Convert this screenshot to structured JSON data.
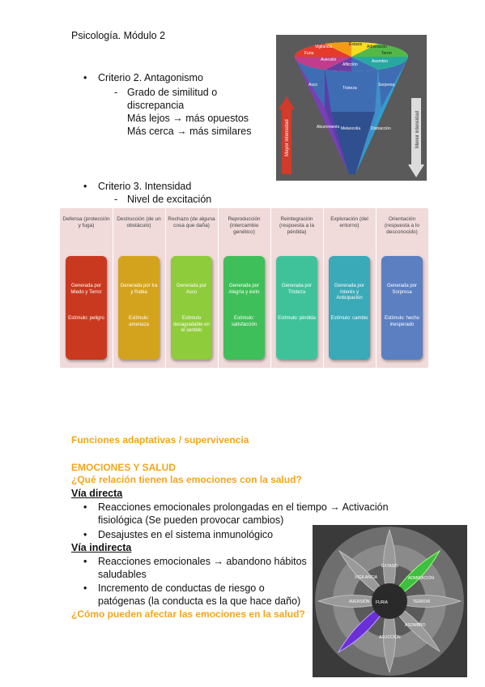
{
  "header": "Psicología. Módulo 2",
  "criterio2": {
    "title": "Criterio 2. Antagonismo",
    "sub": "Grado de similitud o",
    "sub2": "discrepancia",
    "line1": "Más lejos → más opuestos",
    "line2": "Más cerca → más similares"
  },
  "criterio3": {
    "title": "Criterio 3. Intensidad",
    "sub": "Nivel de excitación"
  },
  "cone": {
    "colors": {
      "red": "#e53b2c",
      "orange": "#f39c12",
      "yellow": "#f7dc1f",
      "green": "#54b848",
      "teal": "#27a99f",
      "blue": "#3f6db3",
      "purple": "#6a3ea1",
      "magenta": "#c13c8a"
    },
    "top_labels": [
      "Éxtasis",
      "Admiración",
      "Terror",
      "Asombro",
      "Aflicción",
      "Aversión",
      "Furia",
      "Vigilancia"
    ],
    "mid_labels": [
      "Asco",
      "Tristeza",
      "Sorpresa",
      "Melancolía",
      "Distracción",
      "Aburrimiento"
    ],
    "left_label": "Mayor intensidad",
    "right_label": "Menor intensidad"
  },
  "functions_table": {
    "columns": [
      {
        "head": "Defensa (protección y fuga)",
        "t1": "Generada por Miedo y Terror",
        "t2": "Estímulo: peligro",
        "color": "#c9391f"
      },
      {
        "head": "Destrucción (de un obstáculo)",
        "t1": "Generada por Ira y Rabia",
        "t2": "Estímulo: amenaza",
        "color": "#d4a31d"
      },
      {
        "head": "Rechazo (de alguna cosa que daña)",
        "t1": "Generada por Asco",
        "t2": "Estímulo desagradable en el sentido",
        "color": "#8fcc3b"
      },
      {
        "head": "Reproducción (intercambio genético)",
        "t1": "Generada por Alegría y éxito",
        "t2": "Estímulo: satisfacción",
        "color": "#3fbf59"
      },
      {
        "head": "Reintegración (respuesta a la pérdida)",
        "t1": "Generada por Tristeza",
        "t2": "Estímulo: pérdida",
        "color": "#3fc29a"
      },
      {
        "head": "Exploración (del entorno)",
        "t1": "Generada por Interés y Anticipación",
        "t2": "Estímulo: cambio",
        "color": "#3aa9b8"
      },
      {
        "head": "Orientación (respuesta a lo desconocido)",
        "t1": "Generada por Sorpresa",
        "t2": "Estímulo: hecho inesperado",
        "color": "#5b7fc1"
      }
    ]
  },
  "section": {
    "funciones": "Funciones adaptativas / supervivencia",
    "emociones_title": "EMOCIONES Y SALUD",
    "q1": "¿Qué relación tienen las emociones con la salud?",
    "via_directa": "Vía directa",
    "d1a": "Reacciones emocionales prolongadas en el tiempo → Activación",
    "d1b": "fisiológica (Se pueden provocar cambios)",
    "d2": "Desajustes en el sistema inmunológico",
    "via_indirecta": "Vía indirecta",
    "i1a": "Reacciones emocionales → abandono hábitos",
    "i1b": "saludables",
    "i2a": "Incremento de conductas de riesgo o",
    "i2b": "patógenas (la conducta es la que hace daño)",
    "q2": "¿Cómo pueden afectar las emociones en la salud?"
  },
  "wheel": {
    "center_labels": [
      "FURIA",
      "ÉXTASIS",
      "ADMIRACIÓN",
      "TERROR",
      "ASOMBRO",
      "AFLICCIÓN",
      "AVERSIÓN",
      "VIGILANCIA"
    ],
    "highlight_green": "#3fbf3f",
    "highlight_purple": "#6a2fd6"
  }
}
